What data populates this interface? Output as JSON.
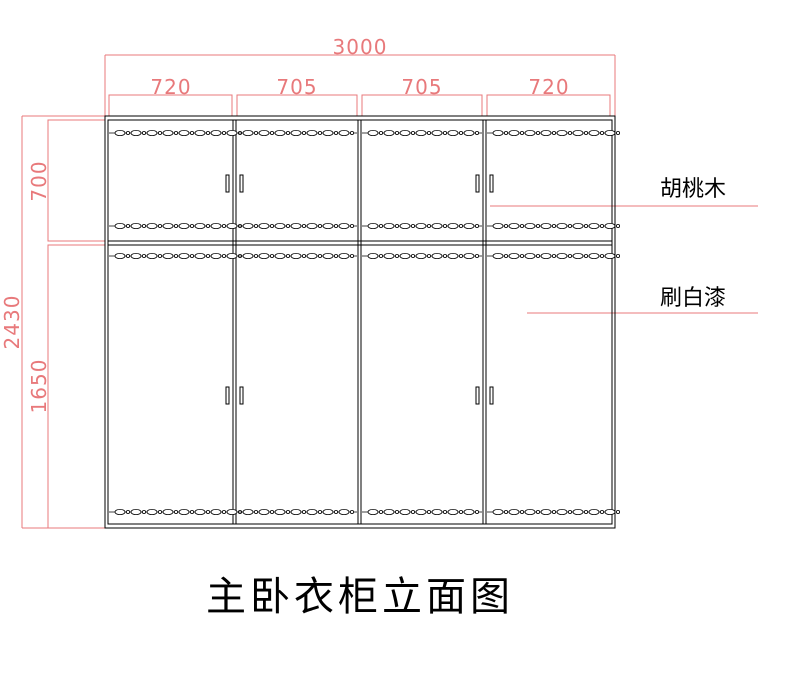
{
  "colors": {
    "dimension": "#e8797b",
    "outline": "#000000",
    "background": "#ffffff"
  },
  "dimensions": {
    "overall_width": "3000",
    "segments": [
      "720",
      "705",
      "705",
      "720"
    ],
    "overall_height": "2430",
    "upper_height": "700",
    "lower_height": "1650"
  },
  "notes": {
    "upper": "胡桃木",
    "lower": "刷白漆"
  },
  "title": "主卧衣柜立面图"
}
